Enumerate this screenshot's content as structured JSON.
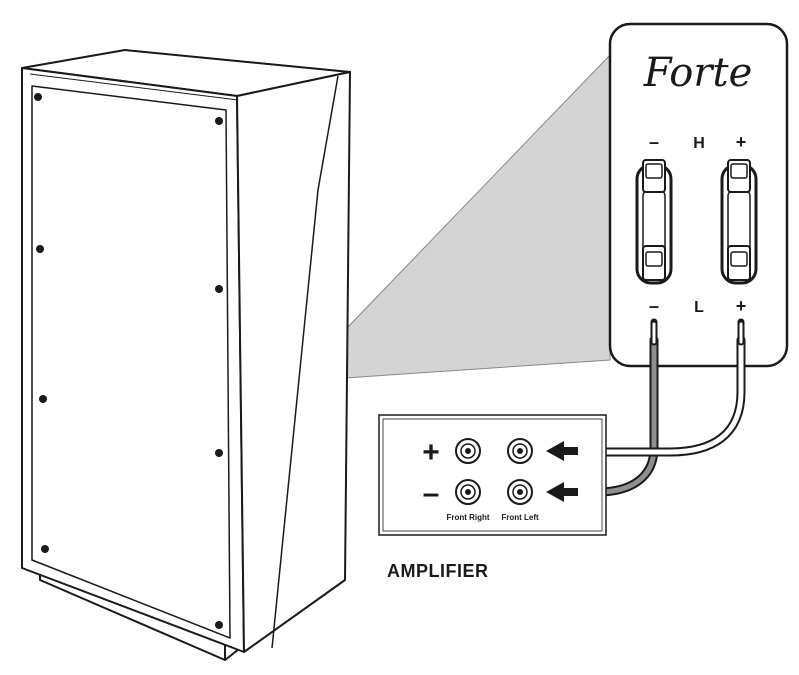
{
  "brand": "Forte",
  "terminals": {
    "high_label": "H",
    "low_label": "L",
    "minus": "–",
    "plus": "+"
  },
  "amplifier": {
    "label": "AMPLIFIER",
    "plus": "+",
    "minus": "–",
    "front_right": "Front Right",
    "front_left": "Front Left"
  },
  "colors": {
    "line": "#1a1a1a",
    "callout": "#d4d4d4",
    "wire_gray": "#8f8f8f"
  }
}
